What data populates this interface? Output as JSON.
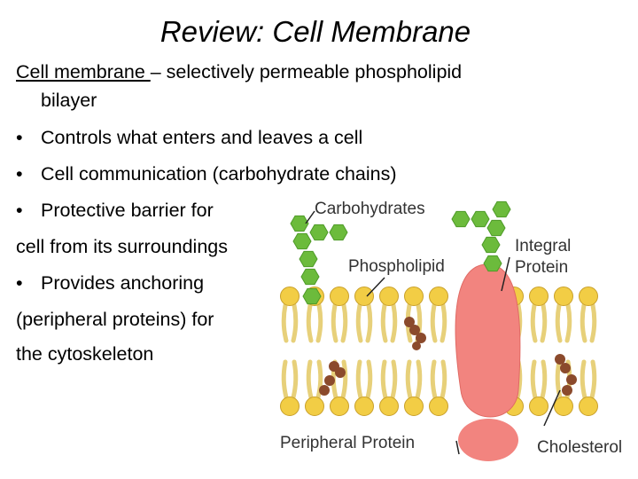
{
  "slide": {
    "title": "Review:  Cell Membrane",
    "definition": {
      "term": "Cell membrane ",
      "rest": "– selectively permeable phospholipid",
      "continuation": "bilayer"
    },
    "points": [
      {
        "bullet": "•",
        "text": "Controls what enters and leaves a cell"
      },
      {
        "bullet": "•",
        "text": "Cell communication (carbohydrate chains)"
      },
      {
        "bullet": "•",
        "text": "Protective barrier for"
      },
      {
        "bullet": "",
        "text": "cell from its surroundings"
      },
      {
        "bullet": "•",
        "text": "Provides anchoring"
      },
      {
        "bullet": "",
        "text": "(peripheral proteins) for"
      },
      {
        "bullet": "",
        "text": "the cytoskeleton"
      }
    ]
  },
  "diagram": {
    "labels": {
      "carbohydrates": "Carbohydrates",
      "phospholipid": "Phospholipid",
      "integral_1": "Integral",
      "integral_2": "Protein",
      "peripheral": "Peripheral Protein",
      "cholesterol": "Cholesterol"
    },
    "colors": {
      "lipid_head": "#f2cd45",
      "lipid_tail": "#e7d07a",
      "integral_protein": "#f2847f",
      "carbohydrate": "#6cbb3c",
      "cholesterol": "#8b4a2c"
    }
  }
}
